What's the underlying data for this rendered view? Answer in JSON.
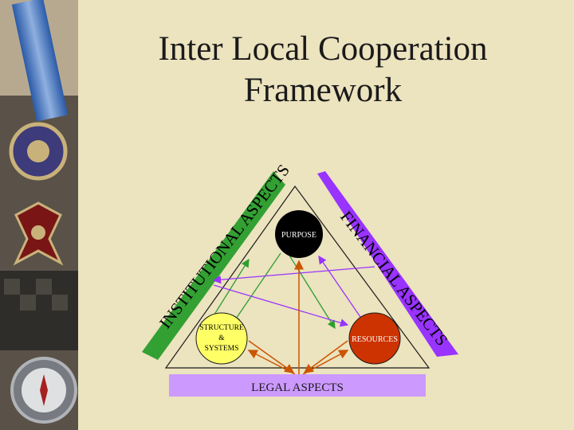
{
  "slide": {
    "title_line1": "Inter Local  Cooperation",
    "title_line2": "Framework"
  },
  "diagram": {
    "nodes": {
      "purpose": {
        "label": "PURPOSE",
        "fill": "#000000",
        "text_color": "#ffffff"
      },
      "structure": {
        "label_lines": [
          "STRUCTURE",
          "&",
          "SYSTEMS"
        ],
        "fill": "#ffff66",
        "text_color": "#000000"
      },
      "resources": {
        "label": "RESOURCES",
        "fill": "#cc3300",
        "text_color": "#ffffff"
      }
    },
    "bands": {
      "left": {
        "label": "INSTITUTIONAL ASPECTS",
        "fill": "#33a033",
        "text_color": "#000000"
      },
      "right": {
        "label": "FINANCIAL ASPECTS",
        "fill": "#9933ff",
        "text_color": "#000000"
      },
      "bottom": {
        "label": "LEGAL ASPECTS",
        "fill": "#cc99ff",
        "text_color": "#1a1a1a"
      }
    },
    "colors": {
      "background": "#ece3bf",
      "triangle_outline": "#1a1a1a",
      "arrow_green": "#2e9e2e",
      "arrow_purple": "#9933ff",
      "arrow_orange": "#cc5500"
    }
  }
}
